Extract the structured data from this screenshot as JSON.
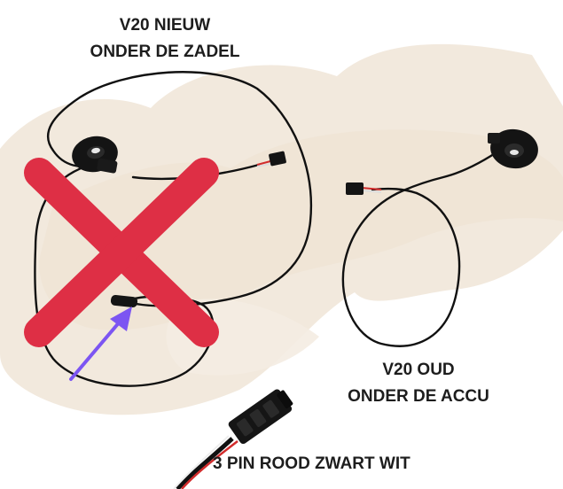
{
  "new_sensor": {
    "title_line1": "V20 NIEUW",
    "title_line2": "ONDER DE ZADEL",
    "crossed_out": true,
    "cross_color": "#de2f45"
  },
  "old_sensor": {
    "title_line1": "V20 OUD",
    "title_line2": "ONDER DE ACCU"
  },
  "connector": {
    "title": "3 PIN ROOD ZWART WIT"
  },
  "colors": {
    "background_blob": "#f1e8dc",
    "cable": "#111111",
    "arrow": "#7c55f2",
    "wire_red": "#d12c2c",
    "wire_white": "#eeeeee"
  }
}
